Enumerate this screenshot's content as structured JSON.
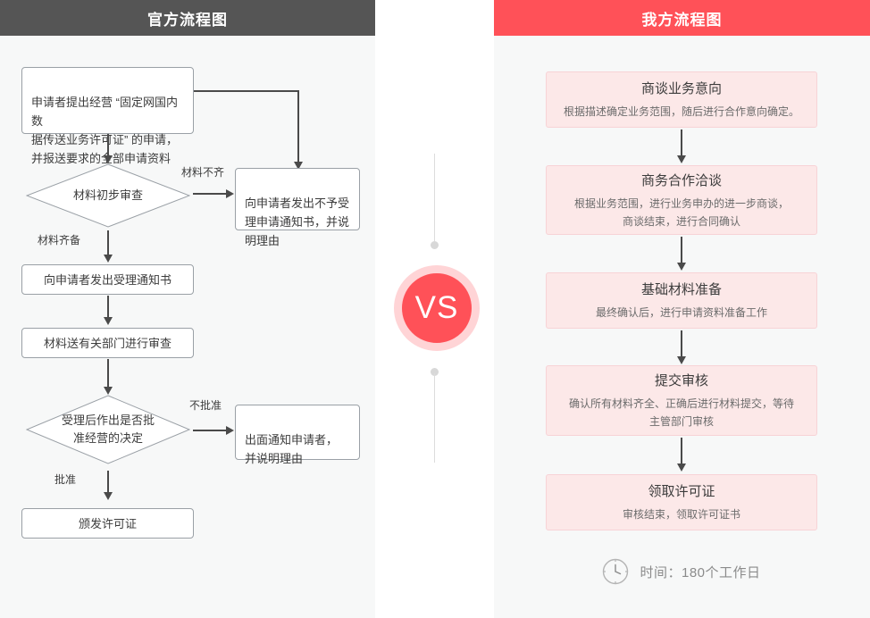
{
  "left_panel": {
    "header_title": "官方流程图",
    "header_bg": "#555555",
    "nodes": {
      "n1": "申请者提出经营 “固定网国内数\n据传送业务许可证” 的申请，\n并报送要求的全部申请资料",
      "n2": "材料初步审查",
      "n3": "向申请者发出不予受\n理申请通知书，并说\n明理由",
      "n4": "向申请者发出受理通知书",
      "n5": "材料送有关部门进行审查",
      "n6": "受理后作出是否批\n准经营的决定",
      "n7": "出面通知申请者，\n并说明理由",
      "n8": "颁发许可证"
    },
    "edge_labels": {
      "e1": "材料不齐",
      "e2": "材料齐备",
      "e3": "不批准",
      "e4": "批准"
    }
  },
  "center": {
    "vs_label": "VS",
    "badge_color": "#ff5158",
    "badge_ring_color": "#ffd4d6"
  },
  "right_panel": {
    "header_title": "我方流程图",
    "header_bg": "#ff5158",
    "cards": [
      {
        "title": "商谈业务意向",
        "desc": "根据描述确定业务范围，随后进行合作意向确定。"
      },
      {
        "title": "商务合作洽谈",
        "desc": "根据业务范围，进行业务申办的进一步商谈，\n商谈结束，进行合同确认"
      },
      {
        "title": "基础材料准备",
        "desc": "最终确认后，进行申请资料准备工作"
      },
      {
        "title": "提交审核",
        "desc": "确认所有材料齐全、正确后进行材料提交，等待\n主管部门审核"
      },
      {
        "title": "领取许可证",
        "desc": "审核结束，领取许可证书"
      }
    ],
    "footer": {
      "icon": "clock-icon",
      "time_text": "时间：180个工作日"
    }
  }
}
